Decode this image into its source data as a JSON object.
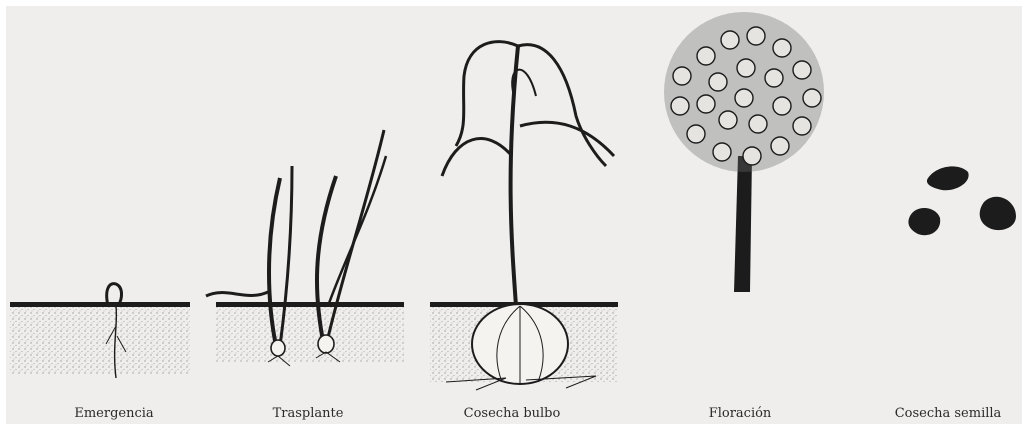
{
  "stages": [
    {
      "id": "emergencia",
      "label": "Emergencia",
      "icon": "sprouting-seed-icon"
    },
    {
      "id": "trasplante",
      "label": "Trasplante",
      "icon": "young-onion-plants-icon"
    },
    {
      "id": "cosecha_bulbo",
      "label": "Cosecha bulbo",
      "icon": "onion-bulb-plant-icon"
    },
    {
      "id": "floracion",
      "label": "Floración",
      "icon": "onion-flower-head-icon"
    },
    {
      "id": "cosecha_semilla",
      "label": "Cosecha semilla",
      "icon": "onion-seeds-icon"
    }
  ],
  "colors": {
    "paper": "#efeeec",
    "ink": "#1c1c1c",
    "soil": "#8f8f8f",
    "bulb": "#f4f3f0"
  }
}
